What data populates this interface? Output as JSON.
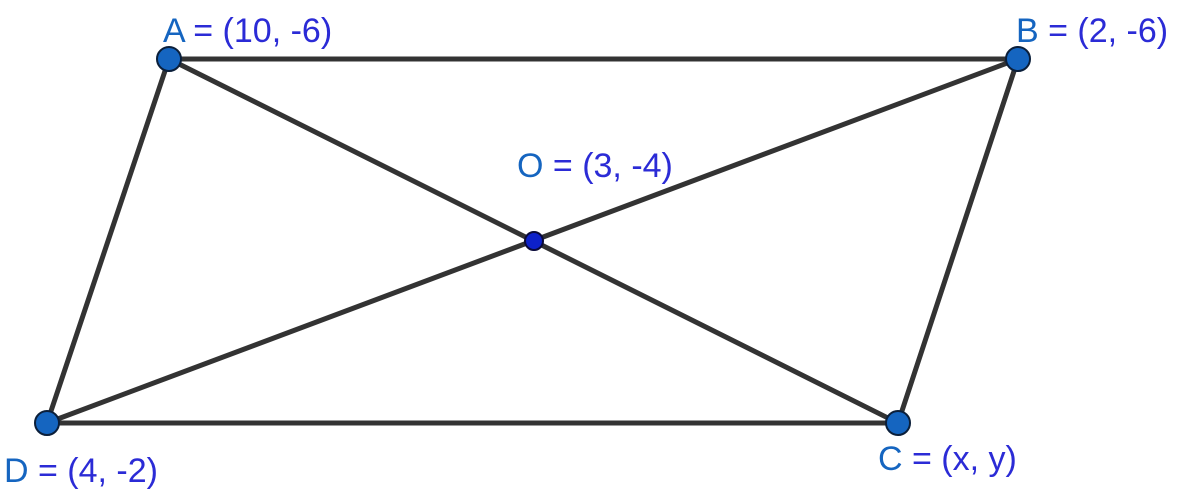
{
  "points": {
    "A": {
      "name": "A",
      "coords": " = (10, -6)"
    },
    "B": {
      "name": "B",
      "coords": " = (2, -6)"
    },
    "C": {
      "name": "C",
      "coords": " = (x, y)"
    },
    "D": {
      "name": "D",
      "coords": " = (4, -2)"
    },
    "O": {
      "name": "O",
      "coords": " = (3, -4)"
    }
  },
  "colors": {
    "edge": "#333333",
    "vertex": "#1565c0",
    "label_name": "#1565c0",
    "label_coords": "#2b2bd6",
    "center_point": "#0d21c9"
  }
}
